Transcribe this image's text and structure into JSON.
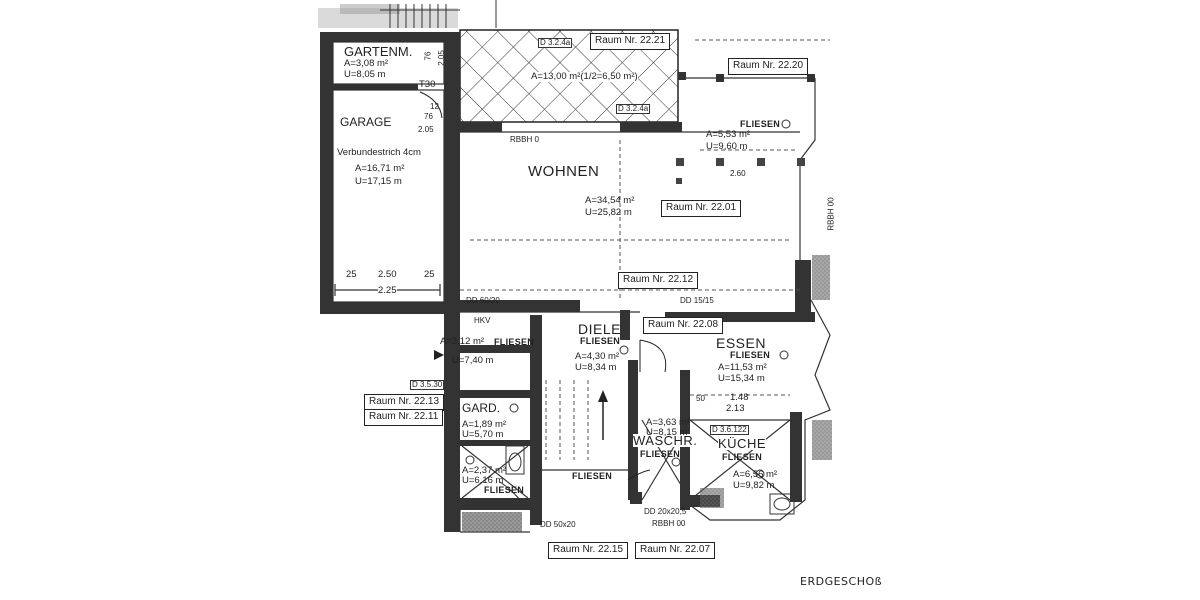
{
  "rooms": {
    "gartenm": {
      "name": "GARTENM.",
      "area": "A=3,08 m²",
      "perimeter": "U=8,05 m"
    },
    "garage": {
      "name": "GARAGE",
      "note": "Verbundestrich 4cm",
      "area": "A=16,71 m²",
      "perimeter": "U=17,15 m"
    },
    "terrace": {
      "area": "A=13,00 m²(1/2=6,50 m²)"
    },
    "wohnen": {
      "name": "WOHNEN",
      "area": "A=34,54 m²",
      "perimeter": "U=25,82 m"
    },
    "bay": {
      "finish": "FLIESEN",
      "area": "A=5,53 m²",
      "perimeter": "U=9,60 m"
    },
    "diele": {
      "name": "DIELE",
      "finish": "FLIESEN",
      "area": "A=4,30 m²",
      "perimeter": "U=8,34 m"
    },
    "essen": {
      "name": "ESSEN",
      "finish": "FLIESEN",
      "area": "A=11,53 m²",
      "perimeter": "U=15,34 m"
    },
    "wc": {
      "finish": "FLIESEN",
      "area": "A=3,12 m²",
      "perimeter": "U=7,40 m"
    },
    "gard": {
      "name": "GARD.",
      "area": "A=1,89 m²",
      "perimeter": "U=5,70 m"
    },
    "bath": {
      "area": "A=2,37 m²",
      "perimeter": "U=6,16 m",
      "finish": "FLIESEN"
    },
    "stairs": {
      "finish": "FLIESEN"
    },
    "waschr": {
      "name": "WASCHR.",
      "finish": "FLIESEN",
      "area": "A=3,63 m²",
      "perimeter": "U=8,15 m"
    },
    "kueche": {
      "name": "KÜCHE",
      "finish": "FLIESEN",
      "area": "A=6,56 m²",
      "perimeter": "U=9,82 m"
    }
  },
  "room_numbers": {
    "r2221": "Raum Nr. 22.21",
    "r2220": "Raum Nr. 22.20",
    "r2201": "Raum Nr. 22.01",
    "r2212": "Raum Nr. 22.12",
    "r2208": "Raum Nr. 22.08",
    "r2213": "Raum Nr. 22.13",
    "r2211": "Raum Nr. 22.11",
    "r2215": "Raum Nr. 22.15",
    "r2207": "Raum Nr. 22.07"
  },
  "annotations": {
    "d324a": "D 3.2.4a",
    "d324b": "D 3.2.4a",
    "d531": "D 3.5.30",
    "d3612": "D 3.6.122",
    "dd6020": "DD 60/20",
    "dd1515": "DD 15/15",
    "dd5020": "DD 50x20",
    "dd205": "DD 20x20,5",
    "rbbh_top": "RBBH 0",
    "rbbh_bottom": "RBBH 00",
    "rbbh_right": "RBBH 00",
    "hkv": "HKV",
    "t30": "T30",
    "dim_76a": "76",
    "dim_205a": "2.05",
    "dim_76b": "76",
    "dim_205b": "2.05",
    "dim_12": "12",
    "dim_25a": "25",
    "dim_250": "2.50",
    "dim_25b": "25",
    "dim_225": "2.25",
    "dim_148": "1.48",
    "dim_213": "2.13",
    "dim_260": "2.60",
    "dim_50": "50"
  },
  "caption": "ERDGESCHOß"
}
